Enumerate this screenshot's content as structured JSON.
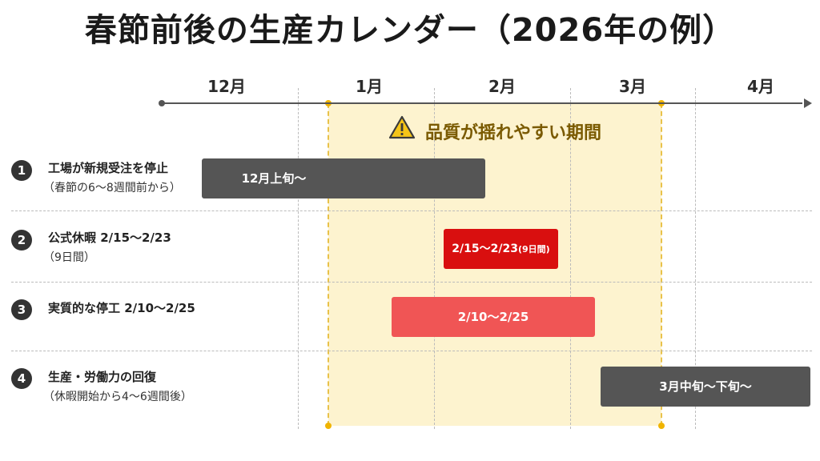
{
  "title": "春節前後の生産カレンダー（2026年の例）",
  "timeline": {
    "months": [
      "12月",
      "1月",
      "2月",
      "3月",
      "4月"
    ]
  },
  "highlight": {
    "label": "品質が揺れやすい期間",
    "icon": "warning-icon",
    "color": "#fdf3cf"
  },
  "rows": [
    {
      "num": "1",
      "label": "工場が新規受注を停止",
      "sub": "（春節の6〜8週間前から）",
      "bar_text": "12月上旬〜",
      "bar_color": "#555555"
    },
    {
      "num": "2",
      "label": "公式休暇 2/15〜2/23",
      "sub": "（9日間）",
      "bar_text": "2/15〜2/23",
      "bar_text_small": "(9日間)",
      "bar_color": "#d90f0f"
    },
    {
      "num": "3",
      "label": "実質的な停工 2/10〜2/25",
      "bar_text": "2/10〜2/25",
      "bar_color": "#f05555"
    },
    {
      "num": "4",
      "label": "生産・労働力の回復",
      "sub": "（休暇開始から4〜6週間後）",
      "bar_text": "3月中旬〜下旬〜",
      "bar_color": "#555555"
    }
  ]
}
